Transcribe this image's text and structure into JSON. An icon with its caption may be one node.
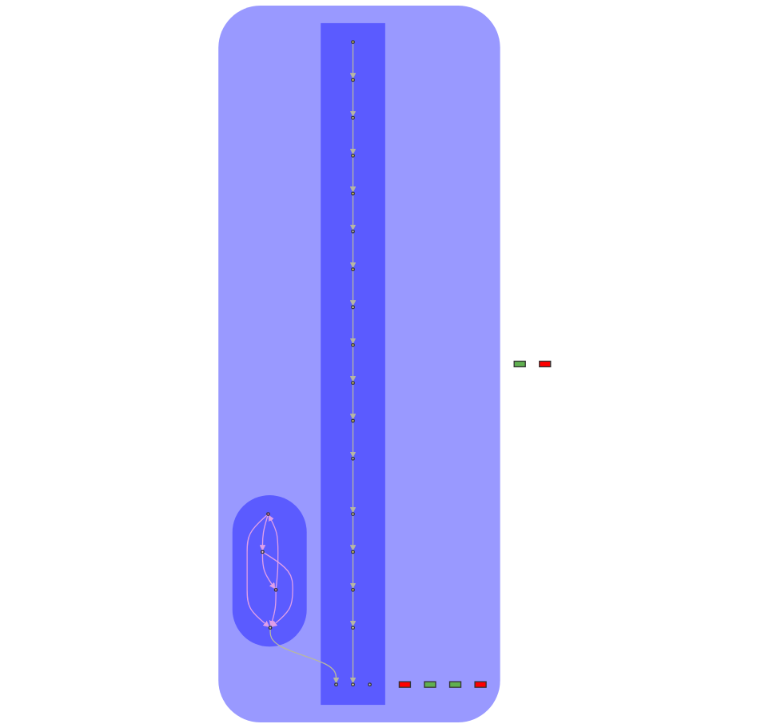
{
  "diagram": {
    "nodes": [
      {
        "text": [],
        "shape": "blob"
      },
      {
        "text": [],
        "shape": "blob",
        "in": 0
      },
      {
        "text": [],
        "shape": "box",
        "in": 0
      },
      {
        "text": [],
        "shape": "box",
        "in": 0
      },
      {
        "text": [],
        "shape": "box",
        "in": 0
      },
      {
        "text": [],
        "shape": "circle",
        "in": 1
      },
      {
        "text": [],
        "shape": "circle",
        "in": 1
      },
      {
        "text": [],
        "shape": "circle",
        "in": 1
      },
      {
        "text": [],
        "shape": "circle",
        "in": 1
      },
      {
        "text": [],
        "shape": "circle",
        "in": 2
      },
      {
        "text": [],
        "shape": "circle",
        "in": 2
      },
      {
        "text": [],
        "shape": "circle",
        "in": 2
      },
      {
        "text": [],
        "shape": "circle",
        "in": 2
      },
      {
        "text": [],
        "shape": "circle",
        "in": 2
      },
      {
        "text": [],
        "shape": "circle",
        "in": 2
      },
      {
        "text": [],
        "shape": "circle",
        "in": 2
      },
      {
        "text": [],
        "shape": "circle",
        "in": 2
      },
      {
        "text": [],
        "shape": "circle",
        "in": 2
      },
      {
        "text": [],
        "shape": "circle",
        "in": 2
      },
      {
        "text": [],
        "shape": "circle",
        "in": 2
      },
      {
        "text": [],
        "shape": "circle",
        "in": 2
      },
      {
        "text": [],
        "shape": "circle",
        "in": 2
      },
      {
        "text": [],
        "shape": "circle",
        "in": 2
      },
      {
        "text": [],
        "shape": "circle",
        "in": 2
      },
      {
        "text": [],
        "shape": "circle",
        "in": 2
      },
      {
        "text": [],
        "shape": "circle",
        "in": 2
      },
      {
        "text": [],
        "shape": "circle",
        "in": 2
      },
      {
        "text": [],
        "shape": "circle",
        "in": 2
      },
      {
        "text": [],
        "shape": "box",
        "in": 0
      },
      {
        "text": [],
        "shape": "box",
        "in": 0
      },
      {
        "text": [],
        "shape": "box"
      },
      {
        "text": [],
        "shape": "box"
      }
    ],
    "edges": [
      {
        "from": 5,
        "to": 6,
        "arrow": "to",
        "color": "#e0a0e8"
      },
      {
        "from": 5,
        "to": 7,
        "arrow": "to",
        "color": "#e0a0e8"
      },
      {
        "from": 8,
        "to": 5,
        "arrow": "to",
        "color": "#e0a0e8"
      },
      {
        "from": 7,
        "to": 8,
        "arrow": "to",
        "color": "#e0a0e8"
      },
      {
        "from": 8,
        "to": 6,
        "arrow": "to",
        "color": "#e0a0e8"
      },
      {
        "from": 7,
        "to": 6,
        "arrow": "to",
        "color": "#e0a0e8"
      },
      {
        "from": 6,
        "to": 9,
        "arrow": "to"
      },
      {
        "from": 10,
        "to": 11,
        "arrow": "to"
      },
      {
        "from": 11,
        "to": 12,
        "arrow": "to"
      },
      {
        "from": 12,
        "to": 13,
        "arrow": "to"
      },
      {
        "from": 13,
        "to": 14,
        "arrow": "to"
      },
      {
        "from": 14,
        "to": 15,
        "arrow": "to"
      },
      {
        "from": 15,
        "to": 17,
        "arrow": "to"
      },
      {
        "from": 17,
        "to": 18,
        "arrow": "to"
      },
      {
        "from": 18,
        "to": 19,
        "arrow": "to"
      },
      {
        "from": 19,
        "to": 20,
        "arrow": "to"
      },
      {
        "from": 20,
        "to": 21,
        "arrow": "to"
      },
      {
        "from": 21,
        "to": 22,
        "arrow": "to"
      },
      {
        "from": 22,
        "to": 23,
        "arrow": "to"
      },
      {
        "from": 23,
        "to": 24,
        "arrow": "to"
      },
      {
        "from": 24,
        "to": 25,
        "arrow": "to"
      },
      {
        "from": 25,
        "to": 26,
        "arrow": "to"
      },
      {
        "from": 26,
        "to": 27,
        "arrow": "to"
      }
    ]
  }
}
